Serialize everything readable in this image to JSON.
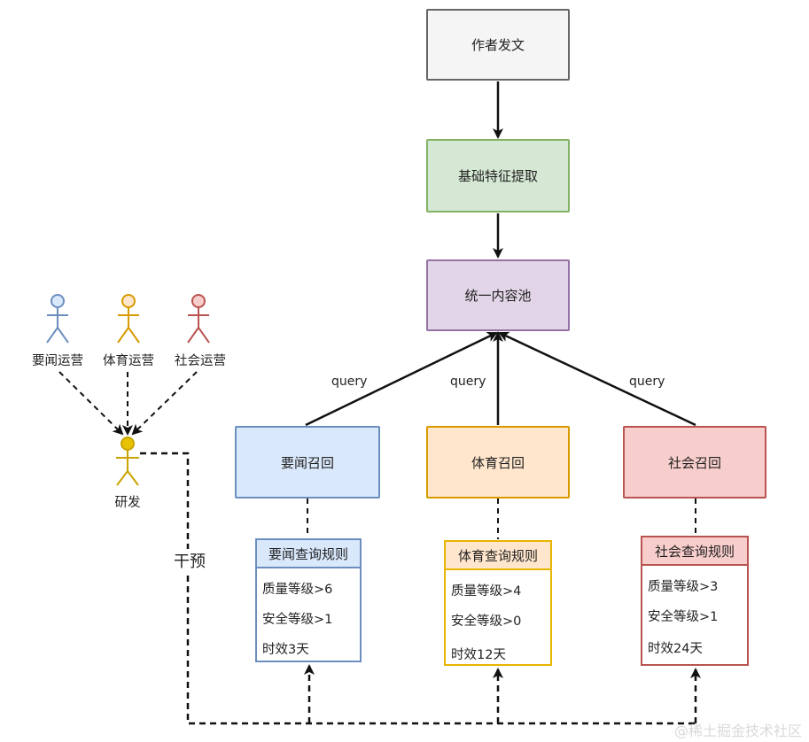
{
  "flow": {
    "author_post": "作者发文",
    "feature_extract": "基础特征提取",
    "content_pool": "统一内容池"
  },
  "query_labels": [
    "query",
    "query",
    "query"
  ],
  "recall": {
    "news": "要闻召回",
    "sports": "体育召回",
    "social": "社会召回"
  },
  "rules": {
    "news": {
      "title": "要闻查询规则",
      "lines": [
        "质量等级>6",
        "安全等级>1",
        "时效3天"
      ]
    },
    "sports": {
      "title": "体育查询规则",
      "lines": [
        "质量等级>4",
        "安全等级>0",
        "时效12天"
      ]
    },
    "social": {
      "title": "社会查询规则",
      "lines": [
        "质量等级>3",
        "安全等级>1",
        "时效24天"
      ]
    }
  },
  "actors": {
    "news_ops": "要闻运营",
    "sports_ops": "体育运营",
    "social_ops": "社会运营",
    "dev": "研发"
  },
  "intervene_label": "干预",
  "watermark": "@稀土掘金技术社区",
  "colors": {
    "gray_fill": "#f5f5f5",
    "gray_stroke": "#666666",
    "green_fill": "#d5e8d4",
    "green_stroke": "#82b366",
    "purple_fill": "#e1d5e7",
    "purple_stroke": "#9673a6",
    "blue_fill": "#dae8fc",
    "blue_stroke": "#6c8ebf",
    "orange_fill": "#ffe6cc",
    "orange_stroke": "#d79b00",
    "red_fill": "#f8cecc",
    "red_stroke": "#b85450",
    "rule_yellow": "#e8b500"
  }
}
